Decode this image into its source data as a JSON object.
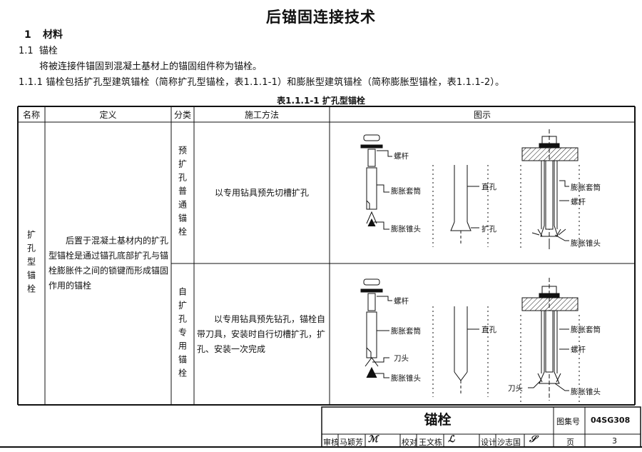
{
  "title": "后锚固连接技术",
  "section1": {
    "num": "1",
    "label": "材料"
  },
  "s11": {
    "num": "1.1",
    "label": "锚栓"
  },
  "intro": "将被连接件锚固到混凝土基材上的锚固组件称为锚栓。",
  "s111": "1.1.1 锚栓包括扩孔型建筑锚栓（简称扩孔型锚栓，表1.1.1-1）和膨胀型建筑锚栓（简称膨胀型锚栓，表1.1.1-2）。",
  "table_caption": "表1.1.1-1  扩孔型锚栓",
  "headers": {
    "name": "名称",
    "definition": "定义",
    "category": "分类",
    "method": "施工方法",
    "figure": "图示"
  },
  "row": {
    "name": "扩孔型锚栓",
    "definition": "后置于混凝土基材内的扩孔型锚栓是通过锚孔底部扩孔与锚栓膨胀件之间的锁键而形成锚固作用的锚栓",
    "cat1": "预扩孔普通锚栓",
    "method1": "以专用钻具预先切槽扩孔",
    "cat2": "自扩孔专用锚栓",
    "method2": "以专用钻具预先钻孔，锚栓自带刀具，安装时自行切槽扩孔，扩孔、安装一次完成"
  },
  "labels": {
    "bolt": "螺杆",
    "sleeve": "膨胀套筒",
    "cone": "膨胀锥头",
    "straight_hole": "直孔",
    "ream_hole": "扩孔",
    "cutter": "刀头"
  },
  "titleblock": {
    "name": "锚栓",
    "atlas_label": "图集号",
    "atlas_no": "04SG308",
    "review_label": "审核",
    "reviewer": "马颖芳",
    "check_label": "校对",
    "checker": "王文栋",
    "design_label": "设计",
    "designer": "沙志国",
    "page_label": "页",
    "page_no": "3"
  }
}
